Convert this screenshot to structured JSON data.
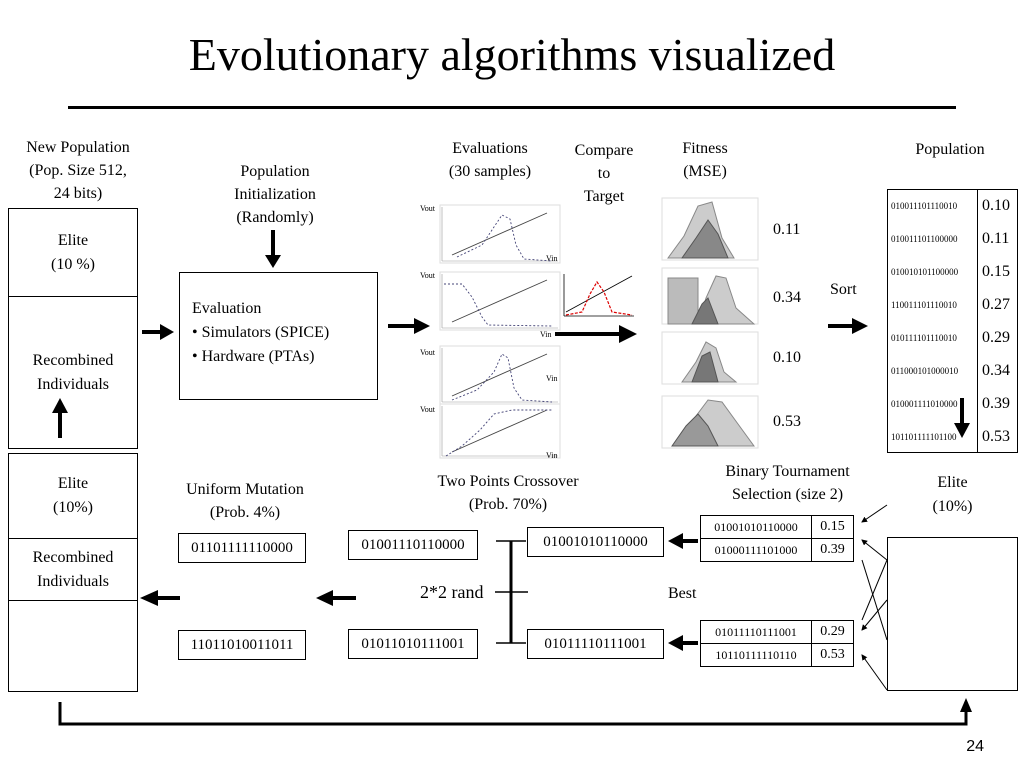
{
  "slide": {
    "title": "Evolutionary algorithms visualized",
    "page_number": "24"
  },
  "new_population": {
    "label": [
      "New Population",
      "(Pop. Size 512,",
      "24 bits)"
    ],
    "elite": [
      "Elite",
      "(10 %)"
    ],
    "recombined": [
      "Recombined",
      "Individuals"
    ]
  },
  "init": {
    "label": [
      "Population",
      "Initialization",
      "(Randomly)"
    ]
  },
  "evaluation": {
    "title": "Evaluation",
    "items": [
      "• Simulators (SPICE)",
      "• Hardware (PTAs)"
    ]
  },
  "evaluations": {
    "label": [
      "Evaluations",
      "(30 samples)"
    ],
    "plot_labels": {
      "y": "Vout",
      "x": "Vin"
    }
  },
  "compare": {
    "label": [
      "Compare",
      "to",
      "Target"
    ]
  },
  "fitness": {
    "label": [
      "Fitness",
      "(MSE)"
    ],
    "values": [
      "0.11",
      "0.34",
      "0.10",
      "0.53"
    ]
  },
  "sort_label": "Sort",
  "population": {
    "label": "Population",
    "rows": [
      {
        "bits": "010011101110010",
        "fit": "0.10"
      },
      {
        "bits": "010011101100000",
        "fit": "0.11"
      },
      {
        "bits": "010010101100000",
        "fit": "0.15"
      },
      {
        "bits": "110011101110010",
        "fit": "0.27"
      },
      {
        "bits": "010111101110010",
        "fit": "0.29"
      },
      {
        "bits": "011000101000010",
        "fit": "0.34"
      },
      {
        "bits": "010001111010000",
        "fit": "0.39"
      },
      {
        "bits": "101101111101100",
        "fit": "0.53"
      }
    ],
    "elite": [
      "Elite",
      "(10%)"
    ]
  },
  "tournament": {
    "label": [
      "Binary Tournament",
      "Selection (size 2)"
    ],
    "pair1": [
      {
        "bits": "01001010110000",
        "fit": "0.15"
      },
      {
        "bits": "01000111101000",
        "fit": "0.39"
      }
    ],
    "best_label": "Best",
    "pair2": [
      {
        "bits": "01011110111001",
        "fit": "0.29"
      },
      {
        "bits": "10110111110110",
        "fit": "0.53"
      }
    ]
  },
  "crossover": {
    "label": [
      "Two Points Crossover",
      "(Prob. 70%)"
    ],
    "parent1": "01001010110000",
    "parent2": "01011110111001",
    "child1": "01001110110000",
    "child2": "01011010111001",
    "rand_label": "2*2 rand"
  },
  "mutation": {
    "label": [
      "Uniform Mutation",
      "(Prob. 4%)"
    ],
    "child1": "01101111110000",
    "child2": "11011010011011"
  },
  "next_population": {
    "elite": [
      "Elite",
      "(10%)"
    ],
    "recombined": [
      "Recombined",
      "Individuals"
    ]
  }
}
